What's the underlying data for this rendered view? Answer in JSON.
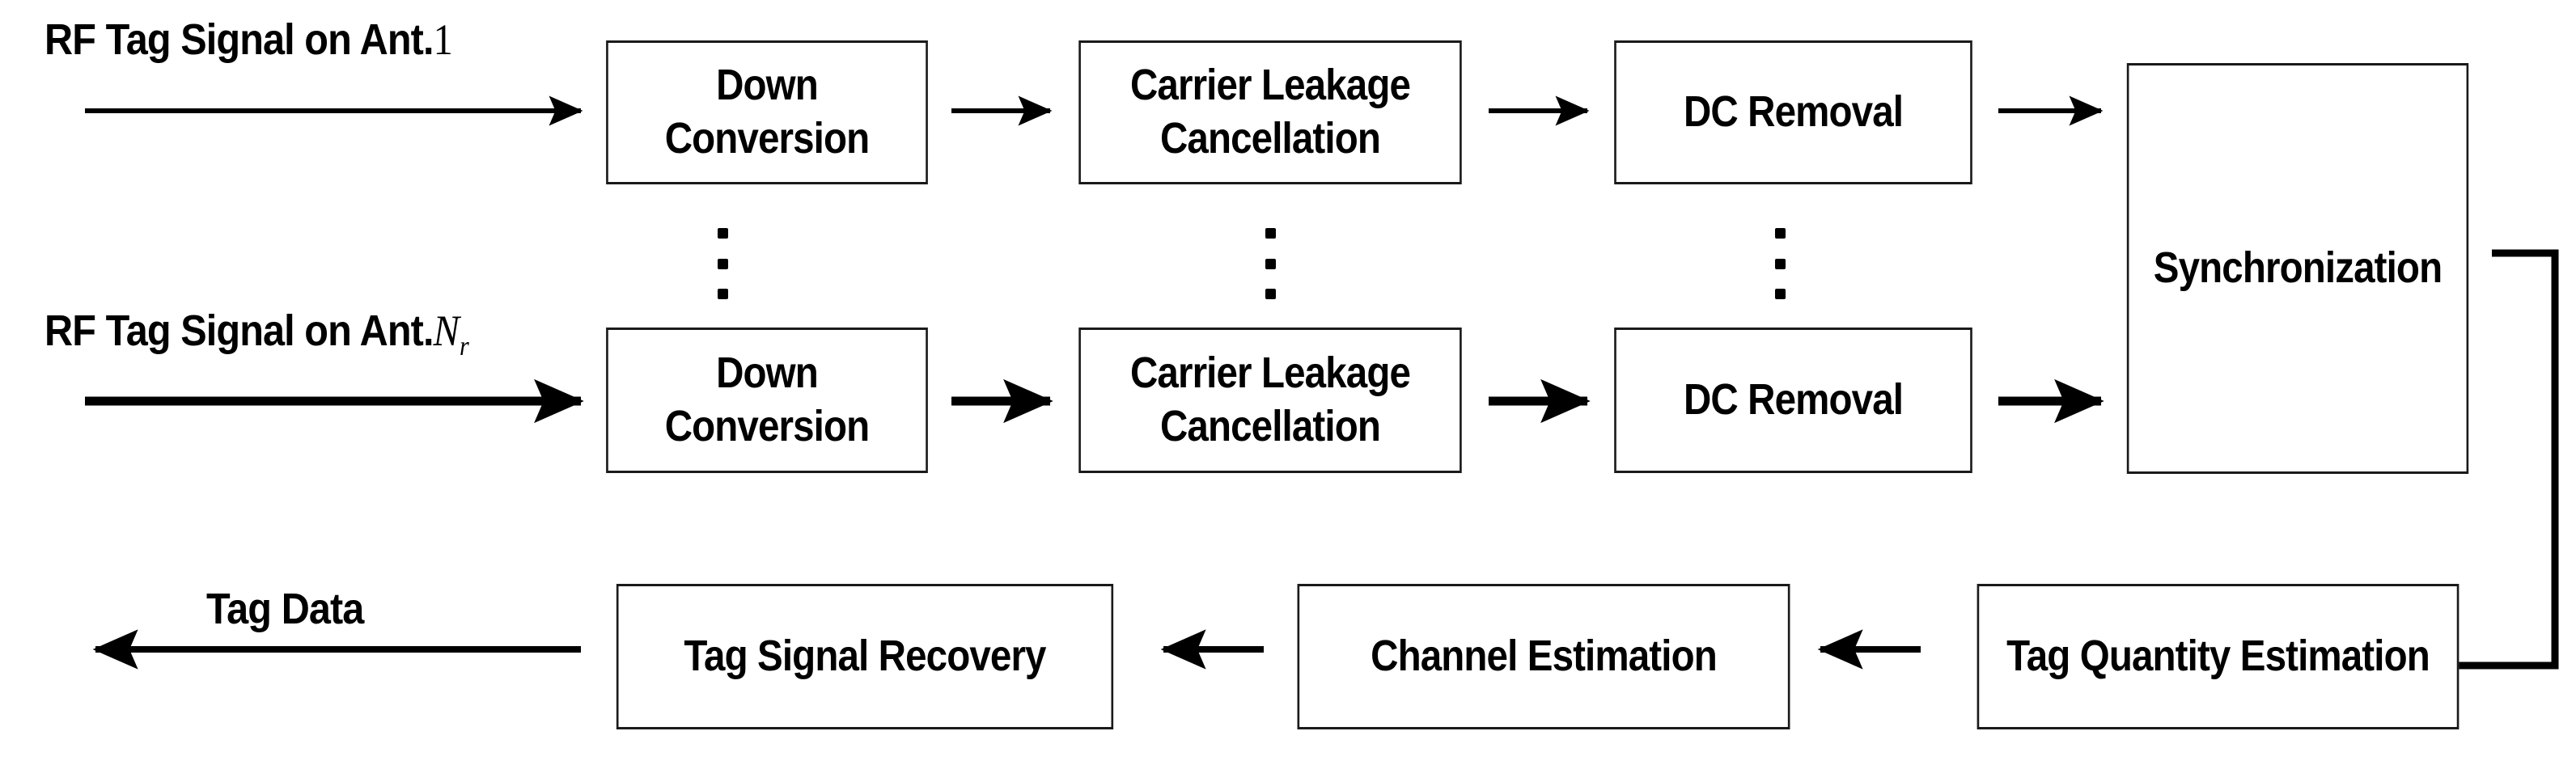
{
  "diagram": {
    "title": "RFID receiver signal processing block diagram",
    "stroke_color": "#1a1a1a",
    "background_color": "#ffffff",
    "inputs": [
      {
        "id": "input-antenna-1",
        "label_prefix": "RF Tag Signal on Ant.",
        "label_index": "1",
        "index_style": "roman"
      },
      {
        "id": "input-antenna-nr",
        "label_prefix": "RF Tag Signal on Ant.",
        "label_index": "N",
        "label_index_sub": "r",
        "index_style": "italic"
      }
    ],
    "outputs": [
      {
        "id": "output-tag-data",
        "label": "Tag Data"
      }
    ],
    "blocks": [
      {
        "id": "down-conversion-1",
        "label": "Down\nConversion",
        "row": 1
      },
      {
        "id": "carrier-leakage-cancellation-1",
        "label": "Carrier Leakage\nCancellation",
        "row": 1
      },
      {
        "id": "dc-removal-1",
        "label": "DC Removal",
        "row": 1
      },
      {
        "id": "down-conversion-nr",
        "label": "Down\nConversion",
        "row": 2
      },
      {
        "id": "carrier-leakage-cancellation-nr",
        "label": "Carrier Leakage\nCancellation",
        "row": 2
      },
      {
        "id": "dc-removal-nr",
        "label": "DC Removal",
        "row": 2
      },
      {
        "id": "synchronization",
        "label": "Synchronization",
        "row": "spanning"
      },
      {
        "id": "tag-quantity-estimation",
        "label": "Tag Quantity Estimation",
        "row": 3
      },
      {
        "id": "channel-estimation",
        "label": "Channel Estimation",
        "row": 3
      },
      {
        "id": "tag-signal-recovery",
        "label": "Tag Signal Recovery",
        "row": 3
      }
    ],
    "ellipses": [
      {
        "id": "ellipsis-down-conversion"
      },
      {
        "id": "ellipsis-carrier-leakage"
      },
      {
        "id": "ellipsis-dc-removal"
      }
    ]
  }
}
